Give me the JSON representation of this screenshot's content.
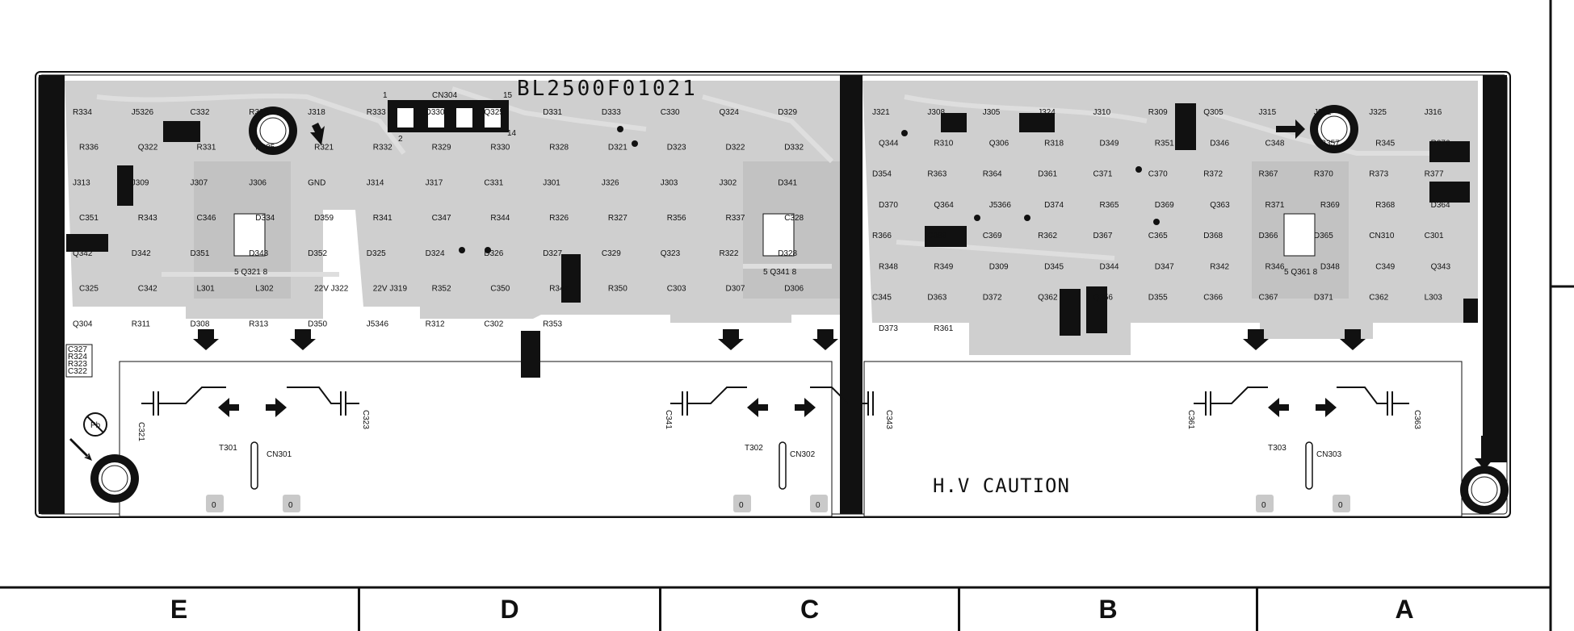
{
  "board": {
    "code": "BL2500F01021",
    "caution": "H.V CAUTION",
    "connector_header_labels": [
      "1",
      "CN304",
      "15",
      "2",
      "14"
    ],
    "component_labels": [
      "R334",
      "J5326",
      "C332",
      "R335",
      "J318",
      "R333",
      "D330",
      "Q325",
      "D331",
      "D333",
      "C330",
      "Q324",
      "D329",
      "R336",
      "Q322",
      "R331",
      "R325",
      "R321",
      "R332",
      "R329",
      "R330",
      "R328",
      "D321",
      "D323",
      "D322",
      "D332",
      "J313",
      "J309",
      "J307",
      "J306",
      "GND",
      "J314",
      "J317",
      "C331",
      "J301",
      "J326",
      "J303",
      "J302",
      "D341",
      "C351",
      "R343",
      "C346",
      "D334",
      "D359",
      "R341",
      "C347",
      "R344",
      "R326",
      "R327",
      "R356",
      "R337",
      "C328",
      "Q342",
      "D342",
      "D351",
      "D343",
      "D352",
      "D325",
      "D324",
      "D326",
      "D327",
      "C329",
      "Q323",
      "R322",
      "D328",
      "C325",
      "C342",
      "L301",
      "L302",
      "22V J322",
      "22V J319",
      "R352",
      "C350",
      "R347",
      "R350",
      "C303",
      "D307",
      "D306",
      "Q304",
      "R311",
      "D308",
      "R313",
      "D350",
      "J5346",
      "R312",
      "C302",
      "R353",
      "J321",
      "J308",
      "J305",
      "J324",
      "J310",
      "R309",
      "Q305",
      "J315",
      "J312",
      "J325",
      "J316",
      "Q344",
      "R310",
      "Q306",
      "R318",
      "D349",
      "R351",
      "D346",
      "C348",
      "R357",
      "R345",
      "R376",
      "D354",
      "R363",
      "R364",
      "D361",
      "C371",
      "C370",
      "R372",
      "R367",
      "R370",
      "R373",
      "R377",
      "D370",
      "Q364",
      "J5366",
      "D374",
      "R365",
      "D369",
      "Q363",
      "R371",
      "R369",
      "R368",
      "D364",
      "R366",
      "C366",
      "C369",
      "R362",
      "D367",
      "C365",
      "D368",
      "D366",
      "D365",
      "CN310",
      "C301",
      "R348",
      "R349",
      "D309",
      "D345",
      "D344",
      "D347",
      "R342",
      "R346",
      "D348",
      "C349",
      "Q343",
      "C345",
      "D363",
      "D372",
      "Q362",
      "Q356",
      "D355",
      "C366",
      "C367",
      "D371",
      "C362",
      "L303",
      "D373",
      "R361"
    ],
    "legend_lines": [
      "C327",
      "R324",
      "R323",
      "C322"
    ],
    "bottom_labels": [
      "C321",
      "C323",
      "T301",
      "CN301",
      "C341",
      "T302",
      "CN302",
      "C343",
      "C361",
      "T303",
      "CN303",
      "C363"
    ],
    "q_labels": [
      "5 Q321 8",
      "5 Q341 8",
      "5 Q361 8"
    ],
    "pad_marks": [
      "0",
      "0",
      "0",
      "0",
      "0",
      "0"
    ]
  },
  "zones": [
    "E",
    "D",
    "C",
    "B",
    "A"
  ],
  "colors": {
    "copper": "#c9c9c9",
    "trace": "#d2d2d2",
    "ink": "#111111",
    "sheet": "#ffffff"
  },
  "icons": [
    "lead-free-symbol-icon",
    "arrow-icon",
    "mounting-hole-icon"
  ]
}
